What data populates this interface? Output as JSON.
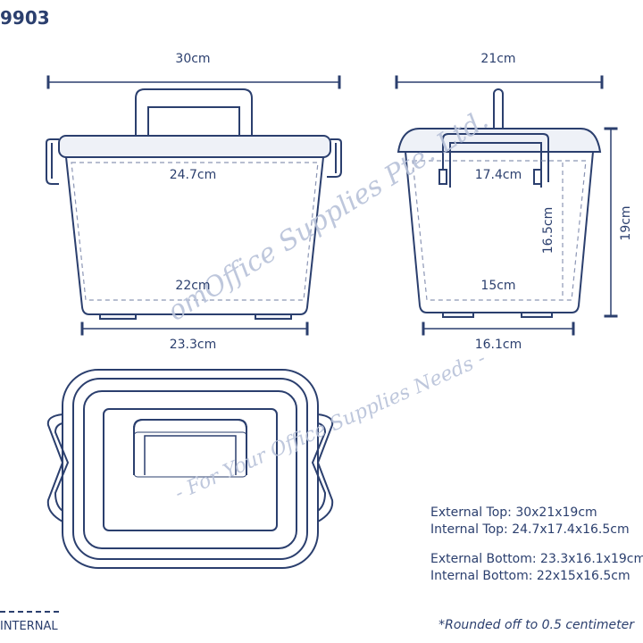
{
  "product_code": "9903",
  "front_view": {
    "top_width": "30cm",
    "internal_top": "24.7cm",
    "internal_bottom": "22cm",
    "bottom_width": "23.3cm"
  },
  "side_view": {
    "top_depth": "21cm",
    "internal_top": "17.4cm",
    "internal_height": "16.5cm",
    "internal_bottom": "15cm",
    "bottom_depth": "16.1cm",
    "height": "19cm"
  },
  "specs": {
    "external_top": "External Top: 30x21x19cm",
    "internal_top": "Internal Top: 24.7x17.4x16.5cm",
    "external_bottom": "External Bottom: 23.3x16.1x19cm",
    "internal_bottom": "Internal Bottom: 22x15x16.5cm"
  },
  "legend_label": "INTERNAL",
  "footnote": "*Rounded off to 0.5 centimeter",
  "watermark": {
    "line1": "omOffice Supplies Pte. Ltd.",
    "line2": "- For Your Office Supplies Needs -"
  },
  "colors": {
    "line": "#2b3f6e",
    "fill": "#eef1f7",
    "watermark": "#b8c2d9"
  }
}
